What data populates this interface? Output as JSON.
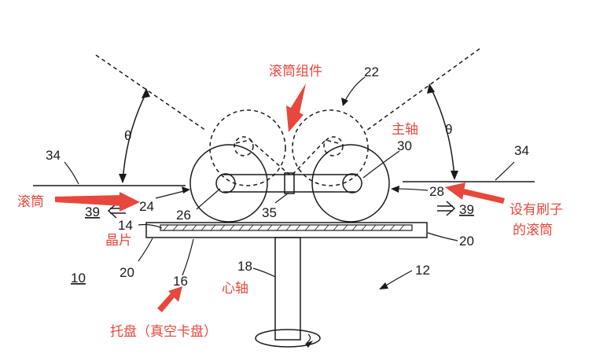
{
  "labels": {
    "n34_left": "34",
    "n34_right": "34",
    "n22": "22",
    "theta_left": "θ",
    "theta_right": "θ",
    "n30": "30",
    "n24": "24",
    "n26": "26",
    "n35": "35",
    "n28": "28",
    "n39_left": "39",
    "n39_right": "39",
    "n14": "14",
    "n20_left": "20",
    "n20_right": "20",
    "n18": "18",
    "n16": "16",
    "n10": "10",
    "n12": "12"
  },
  "annotations": {
    "roller_assembly": "滚筒组件",
    "main_shaft": "主轴",
    "roller": "滚筒",
    "brush_roller_line1": "设有刷子",
    "brush_roller_line2": "的滚筒",
    "wafer": "晶片",
    "spindle": "心轴",
    "chuck": "托盘（真空卡盘）"
  },
  "colors": {
    "annotation": "#e8473b",
    "line": "#1a1a1a",
    "background": "#ffffff"
  }
}
